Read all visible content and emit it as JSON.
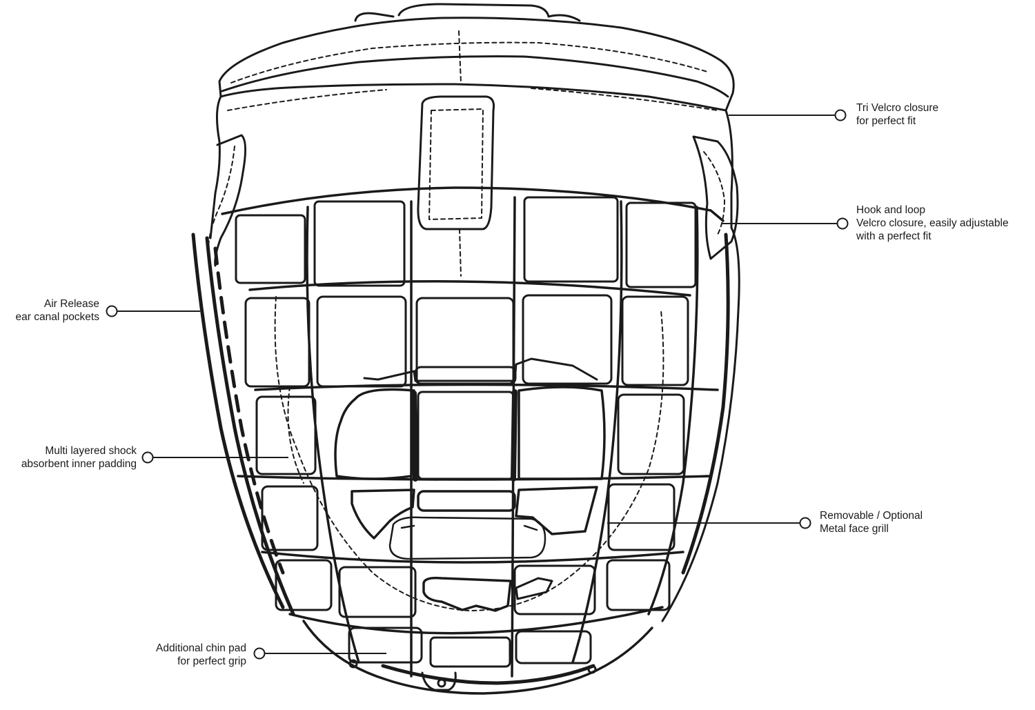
{
  "colors": {
    "ink": "#1a1a1a",
    "background": "#ffffff"
  },
  "callouts": {
    "tri_velcro": {
      "line1": "Tri Velcro closure",
      "line2": "for perfect fit"
    },
    "hook_loop": {
      "line1": "Hook and loop",
      "line2": "Velcro closure, easily adjustable",
      "line3": "with a perfect fit"
    },
    "air_release": {
      "line1": "Air Release",
      "line2": "ear canal pockets"
    },
    "padding": {
      "line1": "Multi layered shock",
      "line2": "absorbent inner padding"
    },
    "face_grill": {
      "line1": "Removable / Optional",
      "line2": "Metal face grill"
    },
    "chin_pad": {
      "line1": "Additional chin pad",
      "line2": "for perfect grip"
    }
  }
}
